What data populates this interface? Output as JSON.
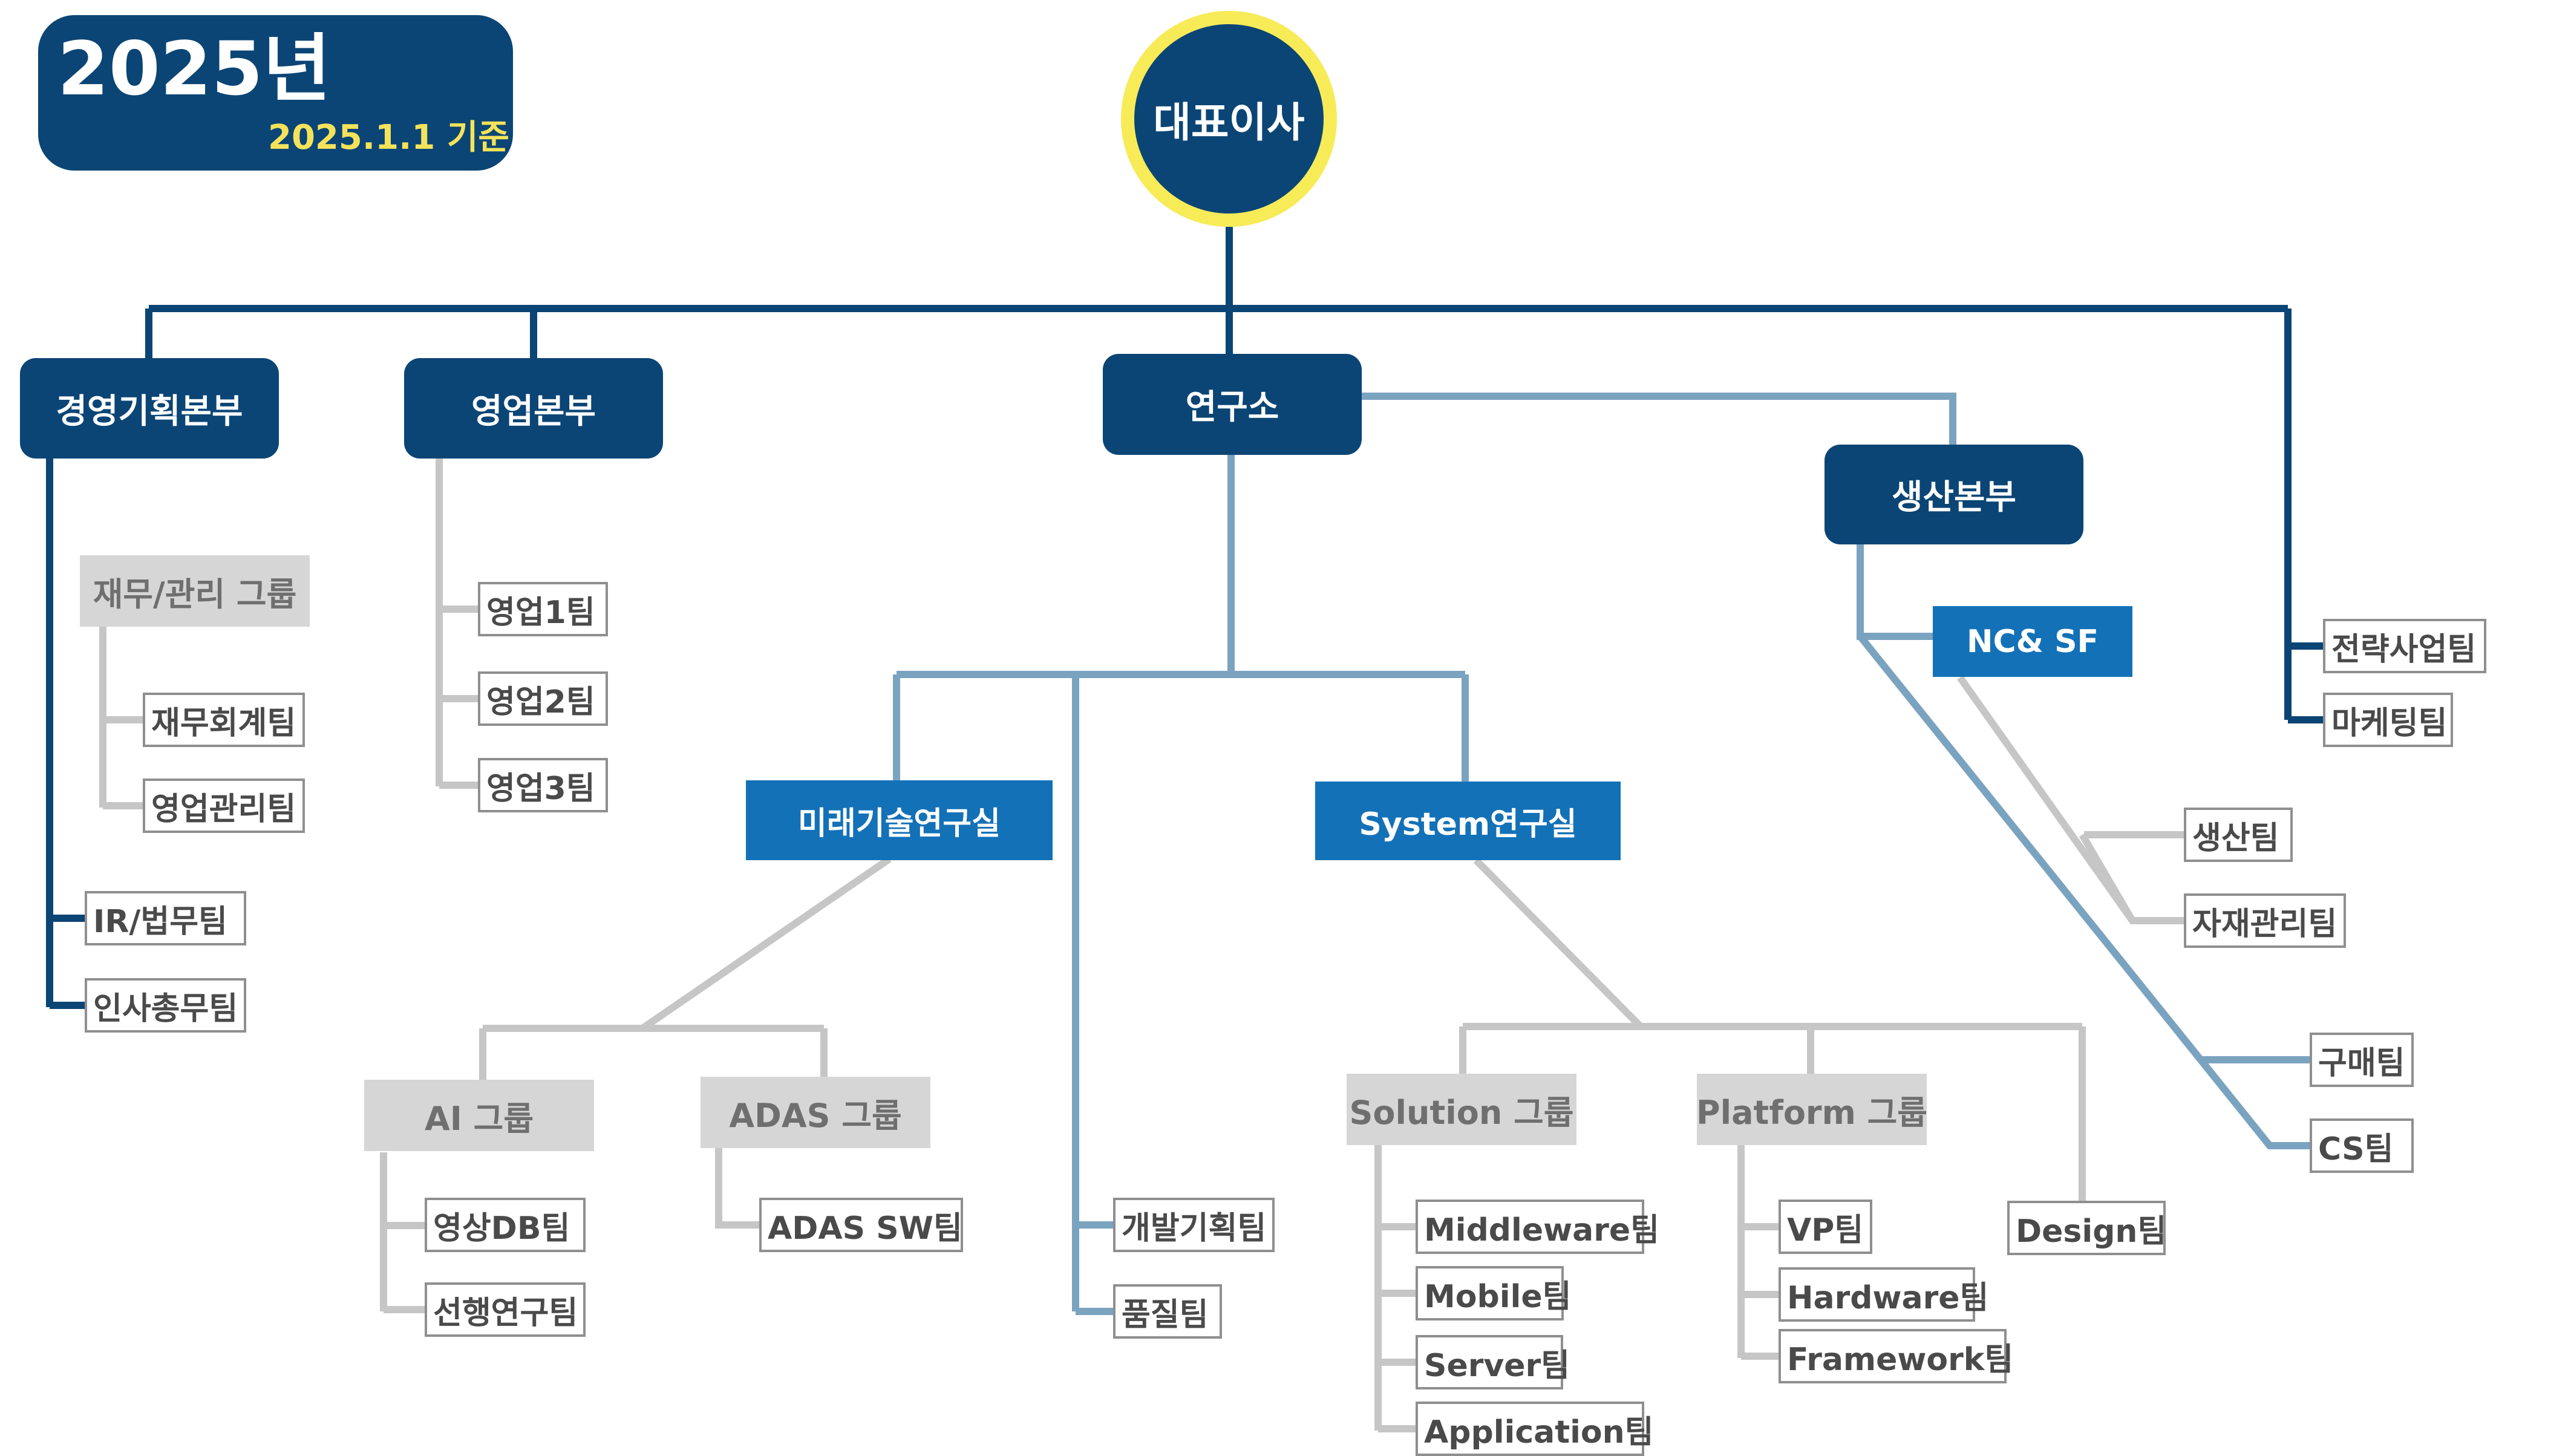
{
  "header": {
    "year": "2025년",
    "date": "2025.1.1 기준"
  },
  "ceo": "대표이사",
  "departments": {
    "management": "경영기획본부",
    "sales": "영업본부",
    "research": "연구소",
    "production": "생산본부"
  },
  "labs": {
    "future": "미래기술연구실",
    "system": "System연구실",
    "ncsf": "NC& SF"
  },
  "groups": {
    "finance": "재무/관리 그룹",
    "ai": "AI 그룹",
    "adas": "ADAS 그룹",
    "solution": "Solution 그룹",
    "platform": "Platform 그룹"
  },
  "teams": {
    "accounting": "재무회계팀",
    "sales_mgmt": "영업관리팀",
    "ir_legal": "IR/법무팀",
    "hr": "인사총무팀",
    "sales1": "영업1팀",
    "sales2": "영업2팀",
    "sales3": "영업3팀",
    "video_db": "영상DB팀",
    "advanced": "선행연구팀",
    "adas_sw": "ADAS SW팀",
    "dev_planning": "개발기획팀",
    "quality": "품질팀",
    "middleware": "Middleware팀",
    "mobile": "Mobile팀",
    "server": "Server팀",
    "application": "Application팀",
    "vp": "VP팀",
    "hardware": "Hardware팀",
    "framework": "Framework팀",
    "design": "Design팀",
    "production": "생산팀",
    "materials": "자재관리팀",
    "purchasing": "구매팀",
    "cs": "CS팀",
    "strategy": "전략사업팀",
    "marketing": "마케팅팀"
  },
  "colors": {
    "navy": "#0b4575",
    "blue": "#1371b7",
    "steel_line": "#7aa3c0",
    "gray_line": "#c6c6c6",
    "ring": "#f7eb58",
    "date_text": "#f4e35a"
  }
}
